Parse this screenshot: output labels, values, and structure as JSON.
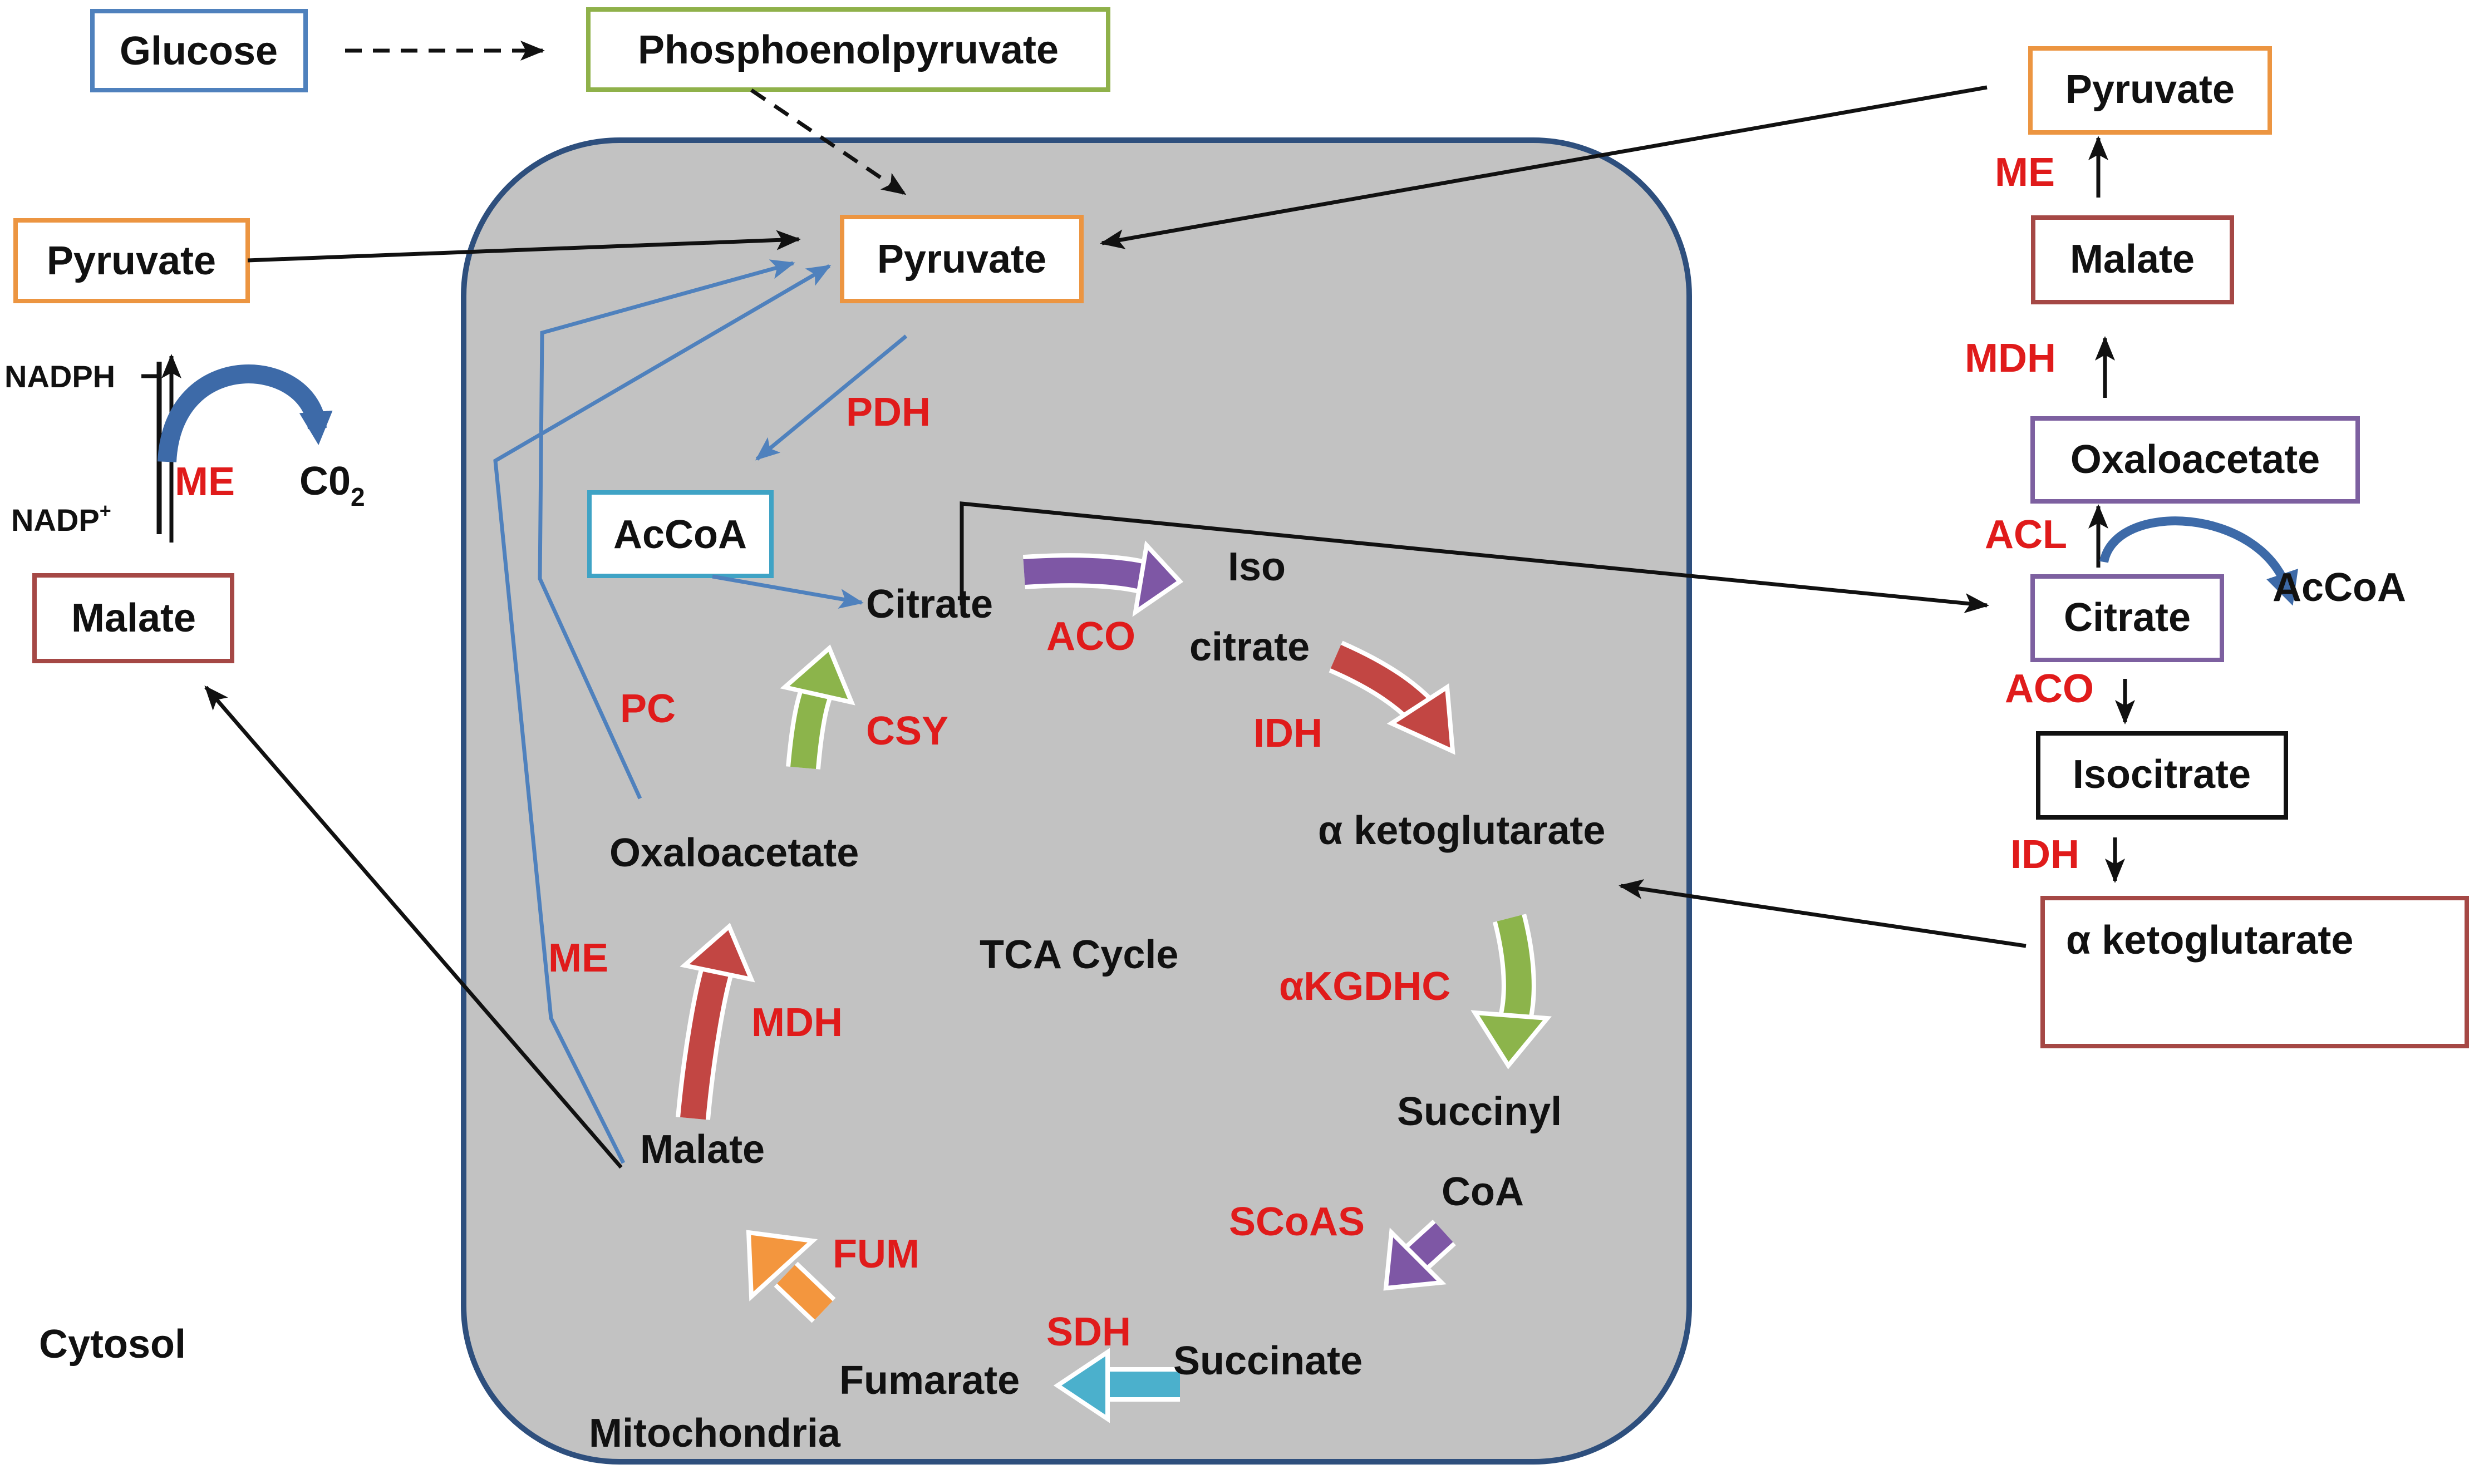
{
  "colors": {
    "enzyme": "#e01b1b",
    "mitochondria_fill": "#c2c2c2",
    "mitochondria_stroke": "#2e4f7d",
    "blue_arrow": "#4f81bd",
    "black": "#111111",
    "box_blue": "#4f81bd",
    "box_green": "#8fb14a",
    "box_orange": "#ec9541",
    "box_red": "#a54845",
    "box_purple": "#7d60a0",
    "box_teal": "#3fa3c5",
    "arrow_purple": "#7e57a5",
    "arrow_red": "#c24643",
    "arrow_green": "#8cb44b",
    "arrow_orange": "#f3963e",
    "arrow_cyan": "#4bb0cc"
  },
  "boxes": {
    "glucose": "Glucose",
    "pep": "Phosphoenolpyruvate",
    "pyruvate_left": "Pyruvate",
    "malate_left": "Malate",
    "pyruvate_mito": "Pyruvate",
    "accoa_mito": "AcCoA",
    "pyruvate_right": "Pyruvate",
    "malate_right": "Malate",
    "oxaloacetate_right": "Oxaloacetate",
    "citrate_right": "Citrate",
    "isocitrate_right": "Isocitrate",
    "akg_right": "α ketoglutarate"
  },
  "labels": {
    "nadph": "NADPH",
    "nadp": "NADP",
    "nadp_sup": "+",
    "co2": "C0",
    "co2_sub": "2",
    "citrate": "Citrate",
    "iso": "Iso",
    "citrate2": "citrate",
    "akg": "α ketoglutarate",
    "succinyl": "Succinyl",
    "coa": "CoA",
    "succinate": "Succinate",
    "fumarate": "Fumarate",
    "malate": "Malate",
    "oxaloacetate": "Oxaloacetate",
    "tca": "TCA Cycle",
    "mitochondria": "Mitochondria",
    "cytosol": "Cytosol",
    "accoa_right": "AcCoA"
  },
  "enzymes": {
    "me_left": "ME",
    "pdh": "PDH",
    "aco": "ACO",
    "idh": "IDH",
    "csy": "CSY",
    "pc": "PC",
    "me_mito": "ME",
    "mdh": "MDH",
    "akgdhc": "αKGDHC",
    "scoas": "SCoAS",
    "fum": "FUM",
    "sdh": "SDH",
    "me_right": "ME",
    "mdh_right": "MDH",
    "acl": "ACL",
    "aco_right": "ACO",
    "idh_right": "IDH"
  }
}
